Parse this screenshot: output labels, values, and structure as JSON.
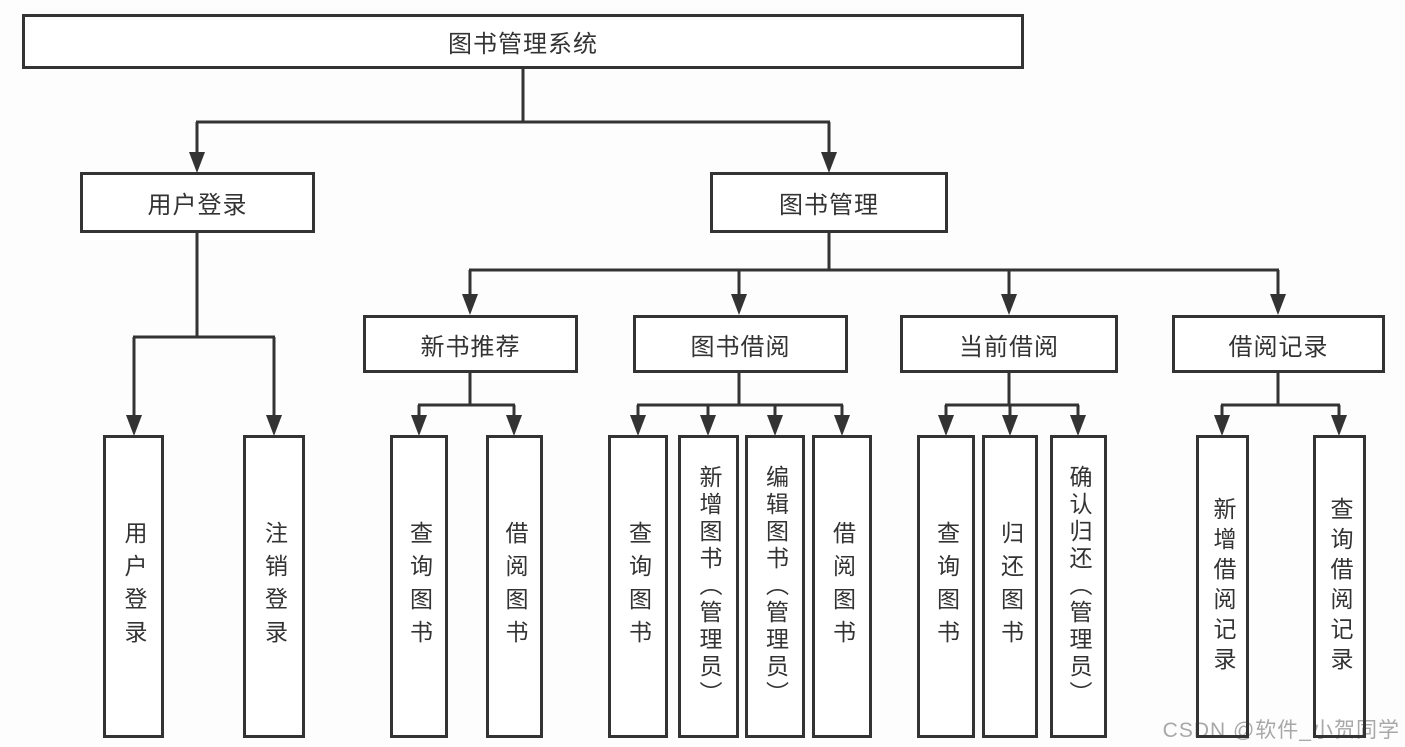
{
  "nodes": {
    "root": "图书管理系统",
    "user_login": "用户登录",
    "book_mgmt": "图书管理",
    "new_book_rec": "新书推荐",
    "book_borrow": "图书借阅",
    "current_borrow": "当前借阅",
    "borrow_records": "借阅记录",
    "leaves_user_login": [
      "用户登录",
      "注销登录"
    ],
    "leaves_new_book_rec": [
      "查询图书",
      "借阅图书"
    ],
    "leaves_book_borrow": [
      "查询图书",
      "新增图书（管理员）",
      "编辑图书（管理员）",
      "借阅图书"
    ],
    "leaves_current_borrow": [
      "查询图书",
      "归还图书",
      "确认归还（管理员）"
    ],
    "leaves_borrow_records": [
      "新增借阅记录",
      "查询借阅记录"
    ]
  },
  "watermark": "CSDN @软件_小贺同学",
  "colors": {
    "line": "#333333",
    "text": "#333333",
    "background": "#fdfdfd",
    "watermark": "#a8a8a8"
  }
}
